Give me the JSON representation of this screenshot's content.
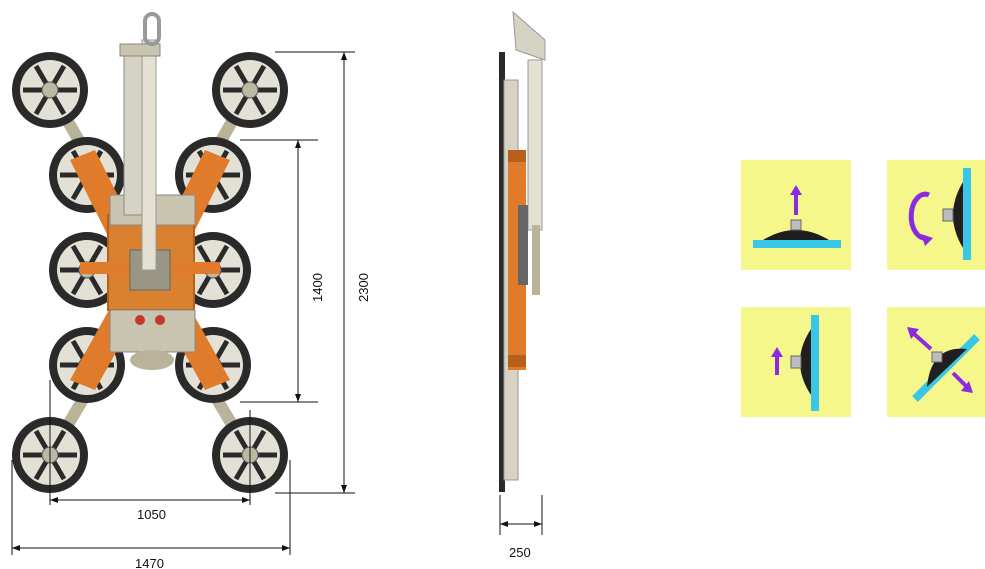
{
  "dimensions": {
    "inner_width": "1050",
    "outer_width": "1470",
    "inner_height": "1400",
    "outer_height": "2300",
    "side_depth": "250"
  },
  "views": {
    "front": "front-view",
    "side": "side-view"
  },
  "icons": [
    {
      "name": "lift-horizontal-icon"
    },
    {
      "name": "rotate-vertical-icon"
    },
    {
      "name": "lift-vertical-icon"
    },
    {
      "name": "tilt-diagonal-icon"
    }
  ],
  "colors": {
    "frame": "#d9812f",
    "frame_dark": "#b85f1a",
    "tire": "#2a2a2a",
    "rim": "#dcdcd2",
    "arm": "#b9b39a",
    "icon_bg": "#f5f78a",
    "plate": "#38c7e6",
    "arrow": "#8a2be2"
  }
}
